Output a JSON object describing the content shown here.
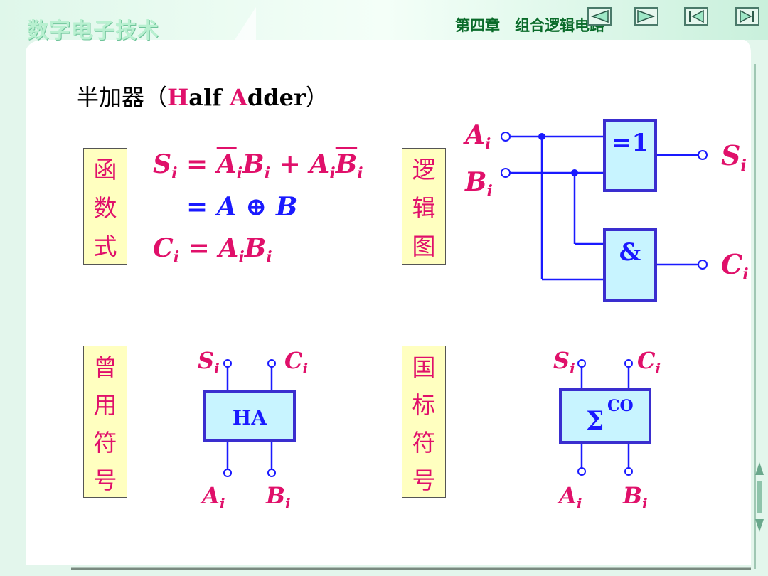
{
  "header": {
    "logo_text": "数字电子技术",
    "chapter_text": "第四章　组合逻辑电路"
  },
  "nav": {
    "prev": "◀",
    "next": "▶",
    "first": "|◀",
    "last": "▶|"
  },
  "title": {
    "prefix": "半加器（",
    "h": "H",
    "alf": "alf",
    "a": "A",
    "dder": "dder",
    "suffix": "）"
  },
  "labels": {
    "function": [
      "函",
      "数",
      "式"
    ],
    "logic": [
      "逻",
      "辑",
      "图"
    ],
    "old_symbol": [
      "曾",
      "用",
      "符",
      "号"
    ],
    "std_symbol": [
      "国",
      "标",
      "符",
      "号"
    ]
  },
  "equations": {
    "s": "S",
    "sub_i": "i",
    "eq": " = ",
    "a": "A",
    "b": "B",
    "plus": " + ",
    "xor_line": "= A ⊕ B",
    "c": "C"
  },
  "gates": {
    "xor": "=1",
    "and": "&",
    "ha": "HA",
    "sigma": "Σ",
    "co": "CO"
  },
  "pins": {
    "a": "A",
    "b": "B",
    "s": "S",
    "c": "C",
    "i": "i"
  },
  "colors": {
    "magenta": "#e0106a",
    "blue": "#1a1aff",
    "gate_fill": "#c8f4ff",
    "gate_border": "#3a2ecf",
    "label_fill": "#ffffc0"
  }
}
